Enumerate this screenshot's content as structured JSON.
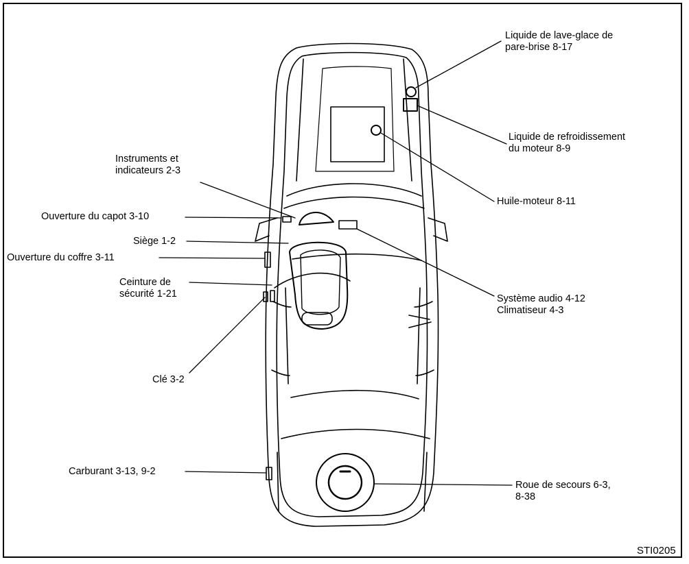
{
  "figure_code": "STI0205",
  "labels": {
    "washer_fluid": [
      "Liquide de lave-glace de",
      "pare-brise 8-17"
    ],
    "coolant": [
      "Liquide de refroidissement",
      "du moteur 8-9"
    ],
    "instruments": [
      "Instruments et",
      "indicateurs 2-3"
    ],
    "engine_oil": "Huile-moteur 8-11",
    "hood_release": "Ouverture du capot 3-10",
    "seat": "Siège 1-2",
    "trunk_release": "Ouverture du coffre 3-11",
    "seat_belt": [
      "Ceinture de",
      "sécurité 1-21"
    ],
    "audio": [
      "Système audio 4-12",
      "Climatiseur 4-3"
    ],
    "key": "Clé 3-2",
    "fuel": "Carburant 3-13, 9-2",
    "spare_tire": [
      "Roue de secours 6-3,",
      "8-38"
    ]
  }
}
